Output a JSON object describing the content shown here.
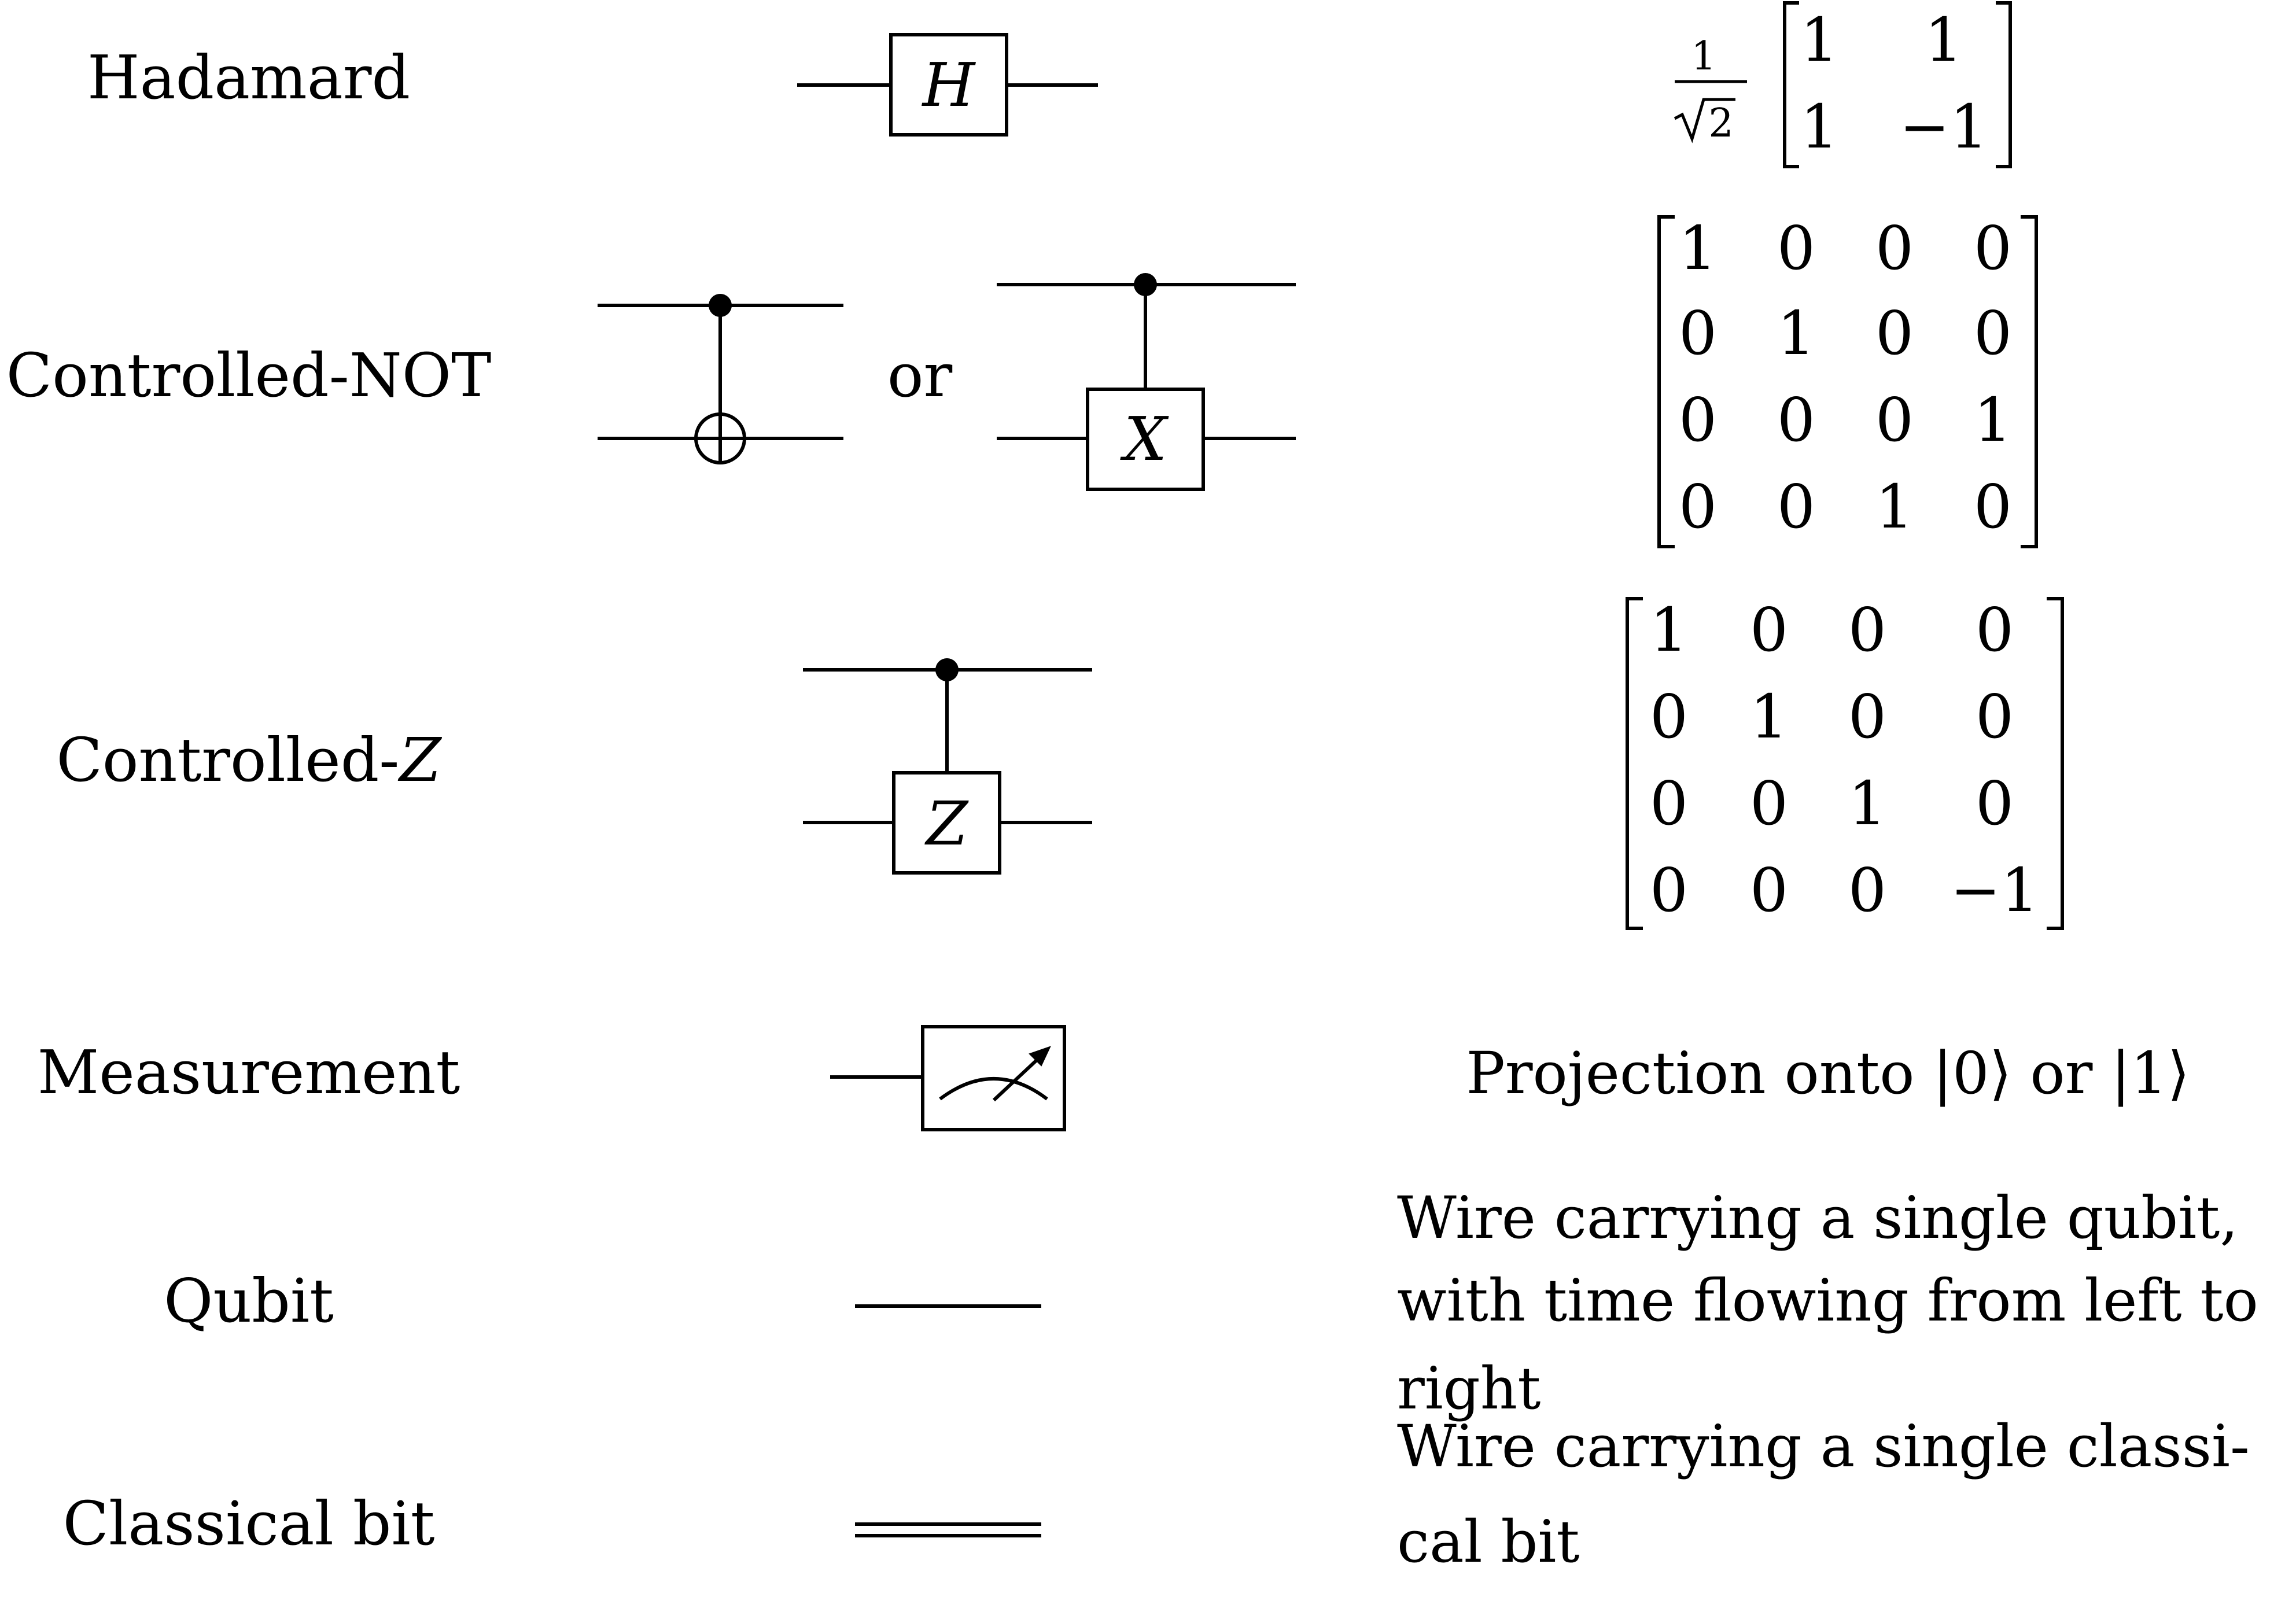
{
  "rows": {
    "hadamard": {
      "name": "Hadamard",
      "gate_symbol": "H",
      "prefactor_num": "1",
      "prefactor_den": "2",
      "matrix": [
        [
          "1",
          "1"
        ],
        [
          "1",
          "−1"
        ]
      ]
    },
    "cnot": {
      "name": "Controlled-NOT",
      "or_label": "or",
      "gate_symbol": "X",
      "matrix": [
        [
          "1",
          "0",
          "0",
          "0"
        ],
        [
          "0",
          "1",
          "0",
          "0"
        ],
        [
          "0",
          "0",
          "0",
          "1"
        ],
        [
          "0",
          "0",
          "1",
          "0"
        ]
      ]
    },
    "cz": {
      "name_prefix": "Controlled-",
      "name_symbol": "Z",
      "gate_symbol": "Z",
      "matrix": [
        [
          "1",
          "0",
          "0",
          "0"
        ],
        [
          "0",
          "1",
          "0",
          "0"
        ],
        [
          "0",
          "0",
          "1",
          "0"
        ],
        [
          "0",
          "0",
          "0",
          "−1"
        ]
      ]
    },
    "measurement": {
      "name": "Measurement",
      "description": "Projection onto |0⟩ or |1⟩"
    },
    "qubit": {
      "name": "Qubit",
      "description_lines": [
        "Wire carrying a single qubit,",
        "with time flowing from left to",
        "right"
      ]
    },
    "classical_bit": {
      "name": "Classical bit",
      "description_lines": [
        "Wire carrying a single classi-",
        "cal bit"
      ]
    }
  }
}
